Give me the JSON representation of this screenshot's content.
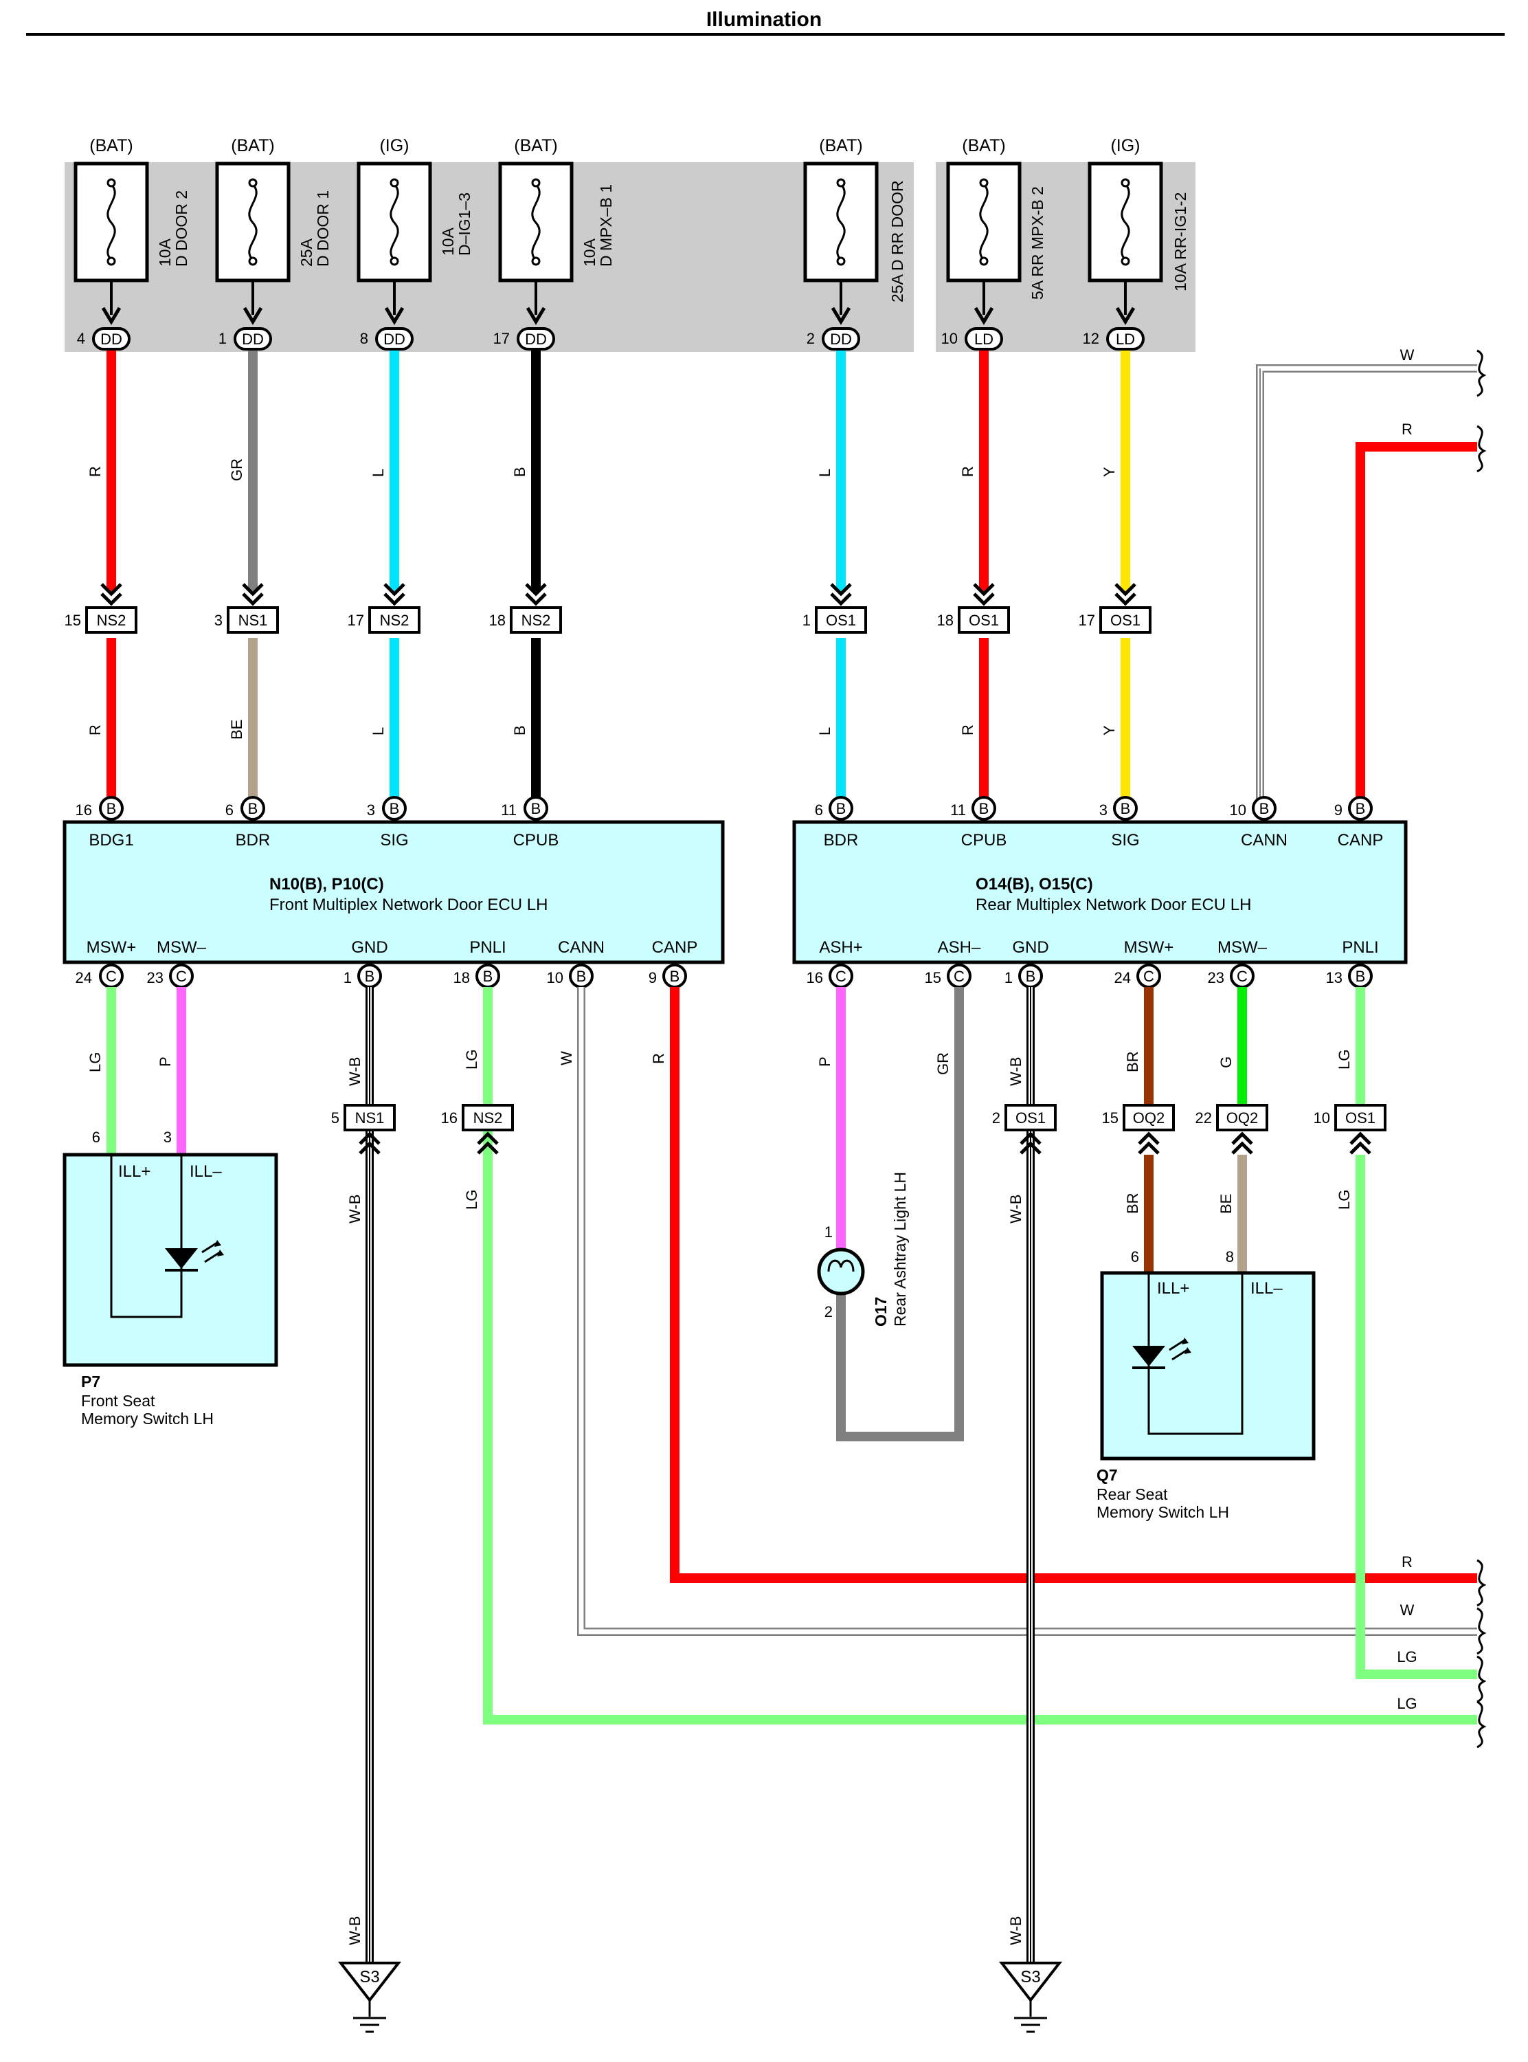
{
  "title": "Illumination",
  "colors": {
    "R": "#ff0000",
    "GR": "#808080",
    "L": "#00e5ff",
    "B": "#000000",
    "Y": "#ffe600",
    "BE": "#b4a28c",
    "LG": "#7fff7f",
    "P": "#ff66ff",
    "BR": "#993300",
    "G": "#00ee00",
    "W": "#ffffff",
    "ecu_fill": "#ccffff",
    "fuse_panel": "#cccccc"
  },
  "fuses": [
    {
      "supply": "(BAT)",
      "label": "10A\nD DOOR 2",
      "pin": "4",
      "conn": "DD"
    },
    {
      "supply": "(BAT)",
      "label": "25A\nD DOOR 1",
      "pin": "1",
      "conn": "DD"
    },
    {
      "supply": "(IG)",
      "label": "10A\nD-IG1-3",
      "pin": "8",
      "conn": "DD"
    },
    {
      "supply": "(BAT)",
      "label": "10A\nD MPX-B 1",
      "pin": "17",
      "conn": "DD"
    },
    {
      "supply": "(BAT)",
      "label": "25A D RR DOOR",
      "pin": "2",
      "conn": "DD"
    },
    {
      "supply": "(BAT)",
      "label": "5A RR MPX-B 2",
      "pin": "10",
      "conn": "LD"
    },
    {
      "supply": "(IG)",
      "label": "10A RR-IG1-2",
      "pin": "12",
      "conn": "LD"
    }
  ],
  "upper_wires": [
    {
      "color_top": "R",
      "conn_pin": "15",
      "conn": "NS2",
      "color_bot": "R",
      "ecu_pin": "16",
      "ecu_conn": "B",
      "term": "BDG1"
    },
    {
      "color_top": "GR",
      "conn_pin": "3",
      "conn": "NS1",
      "color_bot": "BE",
      "ecu_pin": "6",
      "ecu_conn": "B",
      "term": "BDR"
    },
    {
      "color_top": "L",
      "conn_pin": "17",
      "conn": "NS2",
      "color_bot": "L",
      "ecu_pin": "3",
      "ecu_conn": "B",
      "term": "SIG"
    },
    {
      "color_top": "B",
      "conn_pin": "18",
      "conn": "NS2",
      "color_bot": "B",
      "ecu_pin": "11",
      "ecu_conn": "B",
      "term": "CPUB"
    },
    {
      "color_top": "L",
      "conn_pin": "1",
      "conn": "OS1",
      "color_bot": "L",
      "ecu_pin": "6",
      "ecu_conn": "B",
      "term": "BDR"
    },
    {
      "color_top": "R",
      "conn_pin": "18",
      "conn": "OS1",
      "color_bot": "R",
      "ecu_pin": "11",
      "ecu_conn": "B",
      "term": "CPUB"
    },
    {
      "color_top": "Y",
      "conn_pin": "17",
      "conn": "OS1",
      "color_bot": "Y",
      "ecu_pin": "3",
      "ecu_conn": "B",
      "term": "SIG"
    }
  ],
  "rear_ecu_top_extra": [
    {
      "pin": "10",
      "conn": "B",
      "term": "CANN",
      "wire": "W"
    },
    {
      "pin": "9",
      "conn": "B",
      "term": "CANP",
      "wire": "R"
    }
  ],
  "front_ecu": {
    "name_codes": "N10(B), P10(C)",
    "name": "Front Multiplex Network Door ECU LH",
    "bottom_terms": [
      {
        "term": "MSW+",
        "pin": "24",
        "conn": "C",
        "wire": "LG"
      },
      {
        "term": "MSW–",
        "pin": "23",
        "conn": "C",
        "wire": "P"
      },
      {
        "term": "GND",
        "pin": "1",
        "conn": "B",
        "wire": "W-B"
      },
      {
        "term": "PNLI",
        "pin": "18",
        "conn": "B",
        "wire": "LG"
      },
      {
        "term": "CANN",
        "pin": "10",
        "conn": "B",
        "wire": "W"
      },
      {
        "term": "CANP",
        "pin": "9",
        "conn": "B",
        "wire": "R"
      }
    ]
  },
  "rear_ecu": {
    "name_codes": "O14(B), O15(C)",
    "name": "Rear Multiplex Network Door ECU LH",
    "bottom_terms": [
      {
        "term": "ASH+",
        "pin": "16",
        "conn": "C",
        "wire": "P"
      },
      {
        "term": "ASH–",
        "pin": "15",
        "conn": "C",
        "wire": "GR"
      },
      {
        "term": "GND",
        "pin": "1",
        "conn": "B",
        "wire": "W-B"
      },
      {
        "term": "MSW+",
        "pin": "24",
        "conn": "C",
        "wire": "BR"
      },
      {
        "term": "MSW–",
        "pin": "23",
        "conn": "C",
        "wire": "G"
      },
      {
        "term": "PNLI",
        "pin": "13",
        "conn": "B",
        "wire": "LG"
      }
    ]
  },
  "inline_connectors": [
    {
      "pin": "5",
      "conn": "NS1",
      "wire_below": "W-B"
    },
    {
      "pin": "16",
      "conn": "NS2",
      "wire_below": "LG"
    },
    {
      "pin": "2",
      "conn": "OS1",
      "wire_below": "W-B"
    },
    {
      "pin": "15",
      "conn": "OQ2",
      "wire_below": "BR"
    },
    {
      "pin": "22",
      "conn": "OQ2",
      "wire_below": "BE"
    },
    {
      "pin": "10",
      "conn": "OS1",
      "wire_below": "LG"
    }
  ],
  "p7": {
    "code": "P7",
    "name_line1": "Front Seat",
    "name_line2": "Memory Switch LH",
    "pin_plus": "6",
    "pin_minus": "3",
    "term_plus": "ILL+",
    "term_minus": "ILL–"
  },
  "q7": {
    "code": "Q7",
    "name_line1": "Rear Seat",
    "name_line2": "Memory Switch LH",
    "pin_plus": "6",
    "pin_minus": "8",
    "term_plus": "ILL+",
    "term_minus": "ILL–"
  },
  "o17": {
    "code": "O17",
    "name": "Rear Ashtray Light LH",
    "pin_top": "1",
    "pin_bottom": "2"
  },
  "grounds": [
    {
      "label": "S3",
      "wire": "W-B"
    },
    {
      "label": "S3",
      "wire": "W-B"
    }
  ],
  "right_edge_wires": [
    "W",
    "R",
    "R",
    "W",
    "LG",
    "LG"
  ]
}
